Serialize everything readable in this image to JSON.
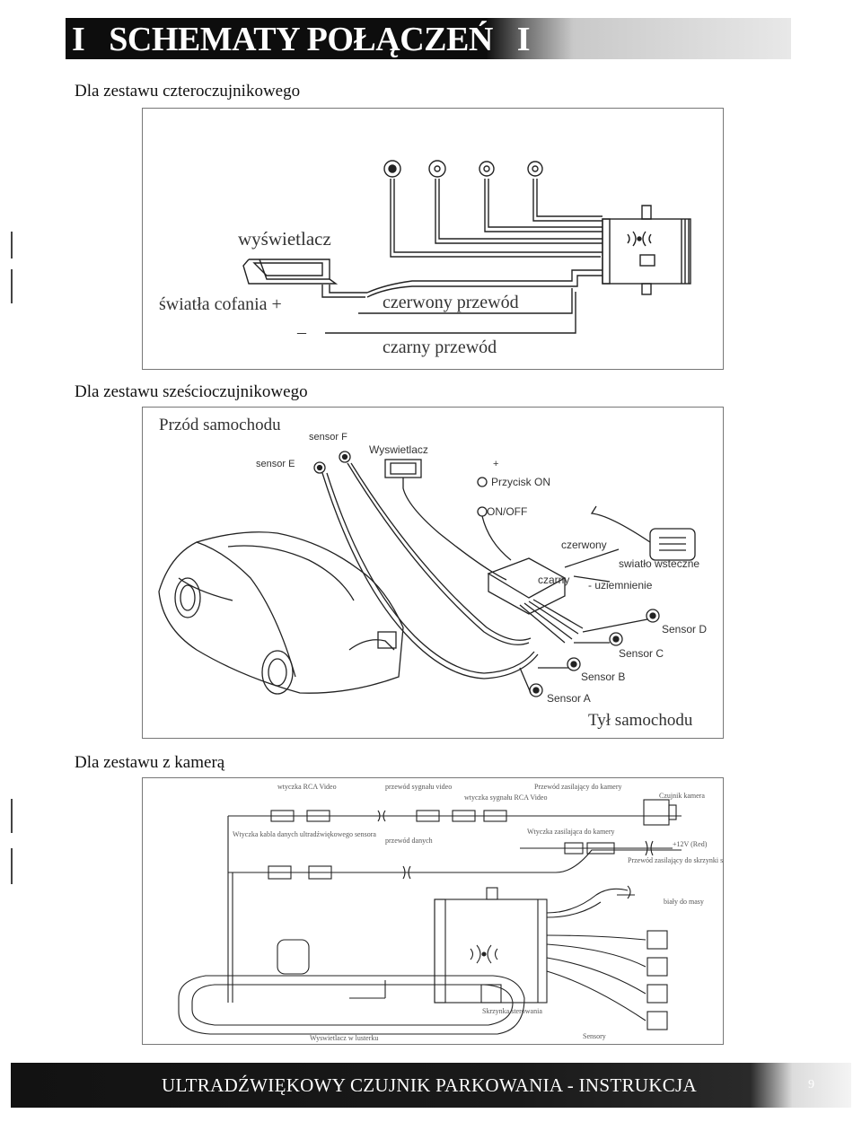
{
  "header": {
    "title": "I   SCHEMATY POŁĄCZEŃ   I"
  },
  "sections": [
    {
      "label": "Dla zestawu czteroczujnikowego",
      "diagram": {
        "display": "wyświetlacz",
        "reverse_lights": "światła cofania +",
        "minus": "–",
        "red_wire": "czerwony przewód",
        "black_wire": "czarny przewód"
      }
    },
    {
      "label": "Dla zestawu sześcioczujnikowego",
      "diagram": {
        "front": "Przód samochodu",
        "sensor_f": "sensor F",
        "sensor_e": "sensor E",
        "display": "Wyswietlacz",
        "plus": "+",
        "on_button": "Przycisk ON",
        "on_off": "ON/OFF",
        "red": "czerwony",
        "reverse_light": "swiatło wsteczne",
        "black": "czarny",
        "ground": "- uziemnienie",
        "sensor_d": "Sensor D",
        "sensor_c": "Sensor C",
        "sensor_b": "Sensor B",
        "sensor_a": "Sensor A",
        "rear": "Tył samochodu"
      }
    },
    {
      "label": "Dla zestawu z kamerą",
      "diagram": {
        "rca_plug": "wtyczka RCA Video",
        "video_cable": "przewód sygnału video",
        "camera_power_cable": "Przewód zasilający do kamery",
        "rca_signal_plug": "wtyczka sygnału RCA Video",
        "camera": "Czujnik kamera",
        "data_plug": "Wtyczka kabla danych ultradźwiękowego sensora",
        "data_cable": "przewód danych",
        "camera_power_plug": "Wtyczka zasilająca do kamery",
        "voltage": "+12V (Red)",
        "control_power": "Przewód zasilający do skrzynki sterowania Czerwony i zielony na +",
        "white_ground": "biały do masy",
        "control_box": "Skrzynka sterowania",
        "mirror_display": "Wyswietlacz w lusterku",
        "sensors": "Sensory"
      }
    }
  ],
  "footer": {
    "text": "ULTRADŹWIĘKOWY CZUJNIK PARKOWANIA - INSTRUKCJA",
    "page": "9"
  }
}
